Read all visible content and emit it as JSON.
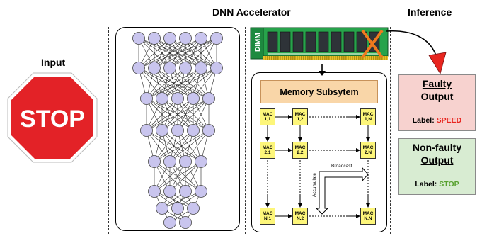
{
  "headers": {
    "input": "Input",
    "accelerator": "DNN Accelerator",
    "inference": "Inference"
  },
  "stop_sign": {
    "text": "STOP",
    "color": "#e32227"
  },
  "dimm": {
    "label": "DIMM",
    "fault_marker_color": "#f07a1e"
  },
  "memory": {
    "title": "Memory Subsytem"
  },
  "mac_grid": {
    "cells": [
      {
        "label": "MAC",
        "index": "1,1"
      },
      {
        "label": "MAC",
        "index": "1,2"
      },
      {
        "label": "MAC",
        "index": "1,N"
      },
      {
        "label": "MAC",
        "index": "2,1"
      },
      {
        "label": "MAC",
        "index": "2,2"
      },
      {
        "label": "MAC",
        "index": "2,N"
      },
      {
        "label": "MAC",
        "index": "N,1"
      },
      {
        "label": "MAC",
        "index": "N,2"
      },
      {
        "label": "MAC",
        "index": "N,N"
      }
    ],
    "broadcast": "Broadcast",
    "accumulate": "Accumulate"
  },
  "outputs": {
    "faulty": {
      "title_line1": "Faulty",
      "title_line2": "Output",
      "label_prefix": "Label:",
      "label_value": "SPEED",
      "color": "#f7d2cf"
    },
    "nonfaulty": {
      "title_line1": "Non-faulty",
      "title_line2": "Output",
      "label_prefix": "Label:",
      "label_value": "STOP",
      "color": "#d8ecd2"
    }
  },
  "network": {
    "layer_sizes": [
      6,
      6,
      5,
      5,
      4,
      4,
      3,
      2
    ],
    "node_color": "#c9c5ee"
  }
}
